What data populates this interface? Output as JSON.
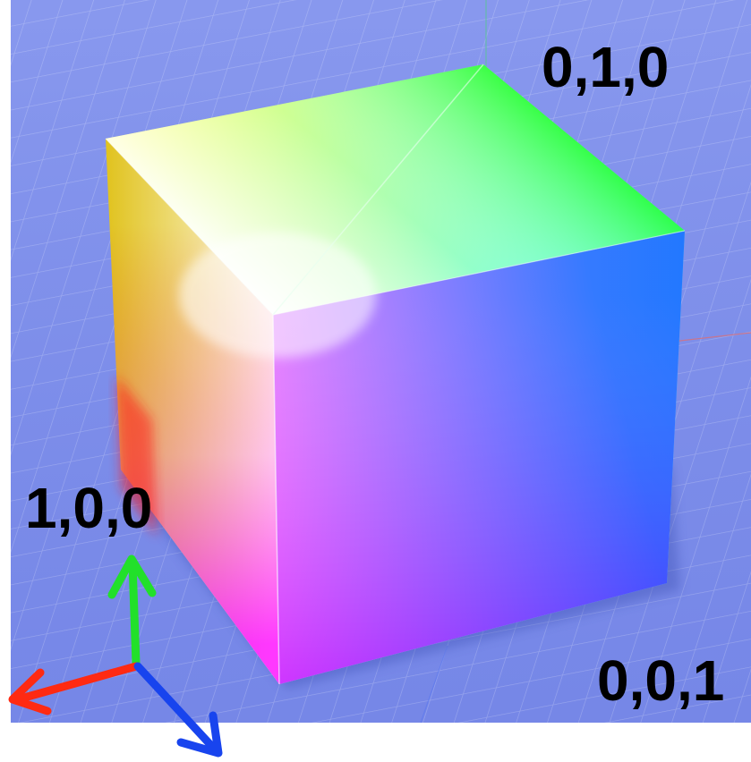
{
  "labels": {
    "green_corner": "0,1,0",
    "red_corner": "1,0,0",
    "blue_corner": "0,0,1"
  },
  "colors": {
    "floor": "#7f90ec",
    "grid_line": "#a8b5f2",
    "axis_red": "#ff2a12",
    "axis_green": "#22e02a",
    "axis_blue": "#1844ee",
    "cube_white": "#ffffff",
    "cube_yellow": "#ffff33",
    "cube_green": "#33ff33",
    "cube_cyan": "#22ffff",
    "cube_red": "#ff1a1a",
    "cube_magenta": "#ff33ff",
    "cube_blue": "#2233ff"
  }
}
